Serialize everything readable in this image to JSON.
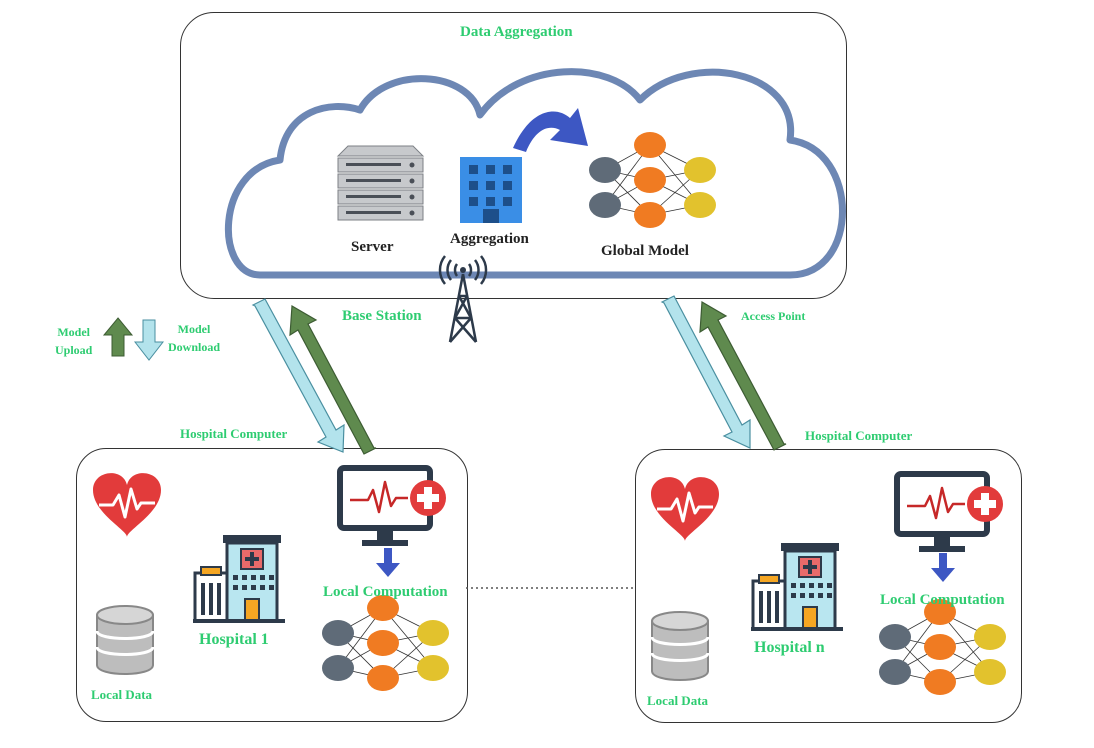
{
  "colors": {
    "label_green": "#2ecc71",
    "cloud_stroke": "#6d87b4",
    "upload_arrow": "#5f8a4e",
    "download_arrow": "#b3e3ec",
    "node_gray": "#5f6b78",
    "node_orange": "#f07b22",
    "node_yellow": "#e2c22d",
    "heart_red": "#e23b3b",
    "flow_arrow_blue": "#3d57c3"
  },
  "cloud": {
    "title": "Data Aggregation",
    "server_label": "Server",
    "aggregation_label": "Aggregation",
    "global_model_label": "Global Model"
  },
  "network": {
    "base_station_label": "Base Station",
    "access_point_label": "Access Point"
  },
  "legend": {
    "upload_label_line1": "Model",
    "upload_label_line2": "Upload",
    "download_label_line1": "Model",
    "download_label_line2": "Download"
  },
  "hospital_1": {
    "computer_label": "Hospital Computer",
    "name": "Hospital 1",
    "local_data_label": "Local Data",
    "local_computation_label": "Local Computation"
  },
  "hospital_n": {
    "computer_label": "Hospital Computer",
    "name": "Hospital n",
    "local_data_label": "Local Data",
    "local_computation_label": "Local Computation"
  },
  "icons": [
    "server-icon",
    "building-icon",
    "curved-arrow-icon",
    "neural-network-icon",
    "antenna-tower-icon",
    "heart-pulse-icon",
    "hospital-building-icon",
    "monitor-medical-icon",
    "database-icon"
  ]
}
